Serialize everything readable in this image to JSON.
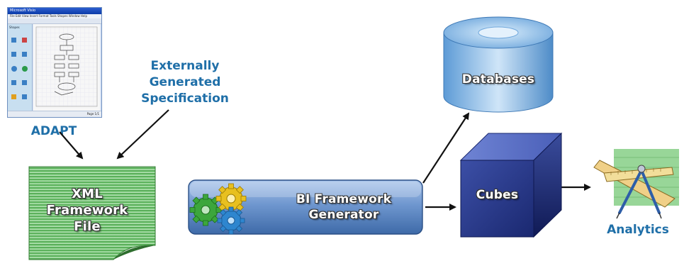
{
  "adapt": {
    "label": "ADAPT",
    "window": {
      "title": "Microsoft Visio",
      "menu": "File  Edit  View  Insert  Format  Tools  Shapes  Window  Help",
      "pane_title": "Shapes",
      "status": "Page 1/1"
    }
  },
  "external_spec": {
    "lines": [
      "Externally",
      "Generated",
      "Specification"
    ]
  },
  "xml_file": {
    "lines": [
      "XML",
      "Framework",
      "File"
    ]
  },
  "generator": {
    "lines": [
      "BI Framework",
      "Generator"
    ]
  },
  "databases": {
    "label": "Databases"
  },
  "cubes": {
    "label": "Cubes"
  },
  "analytics": {
    "label": "Analytics"
  },
  "colors": {
    "label_blue": "#1f6fa8",
    "file_green": "#5cb85c",
    "generator_blue": "#6f97cf",
    "database_blue": "#7bb3e3",
    "cube_navy": "#1c2c78"
  }
}
